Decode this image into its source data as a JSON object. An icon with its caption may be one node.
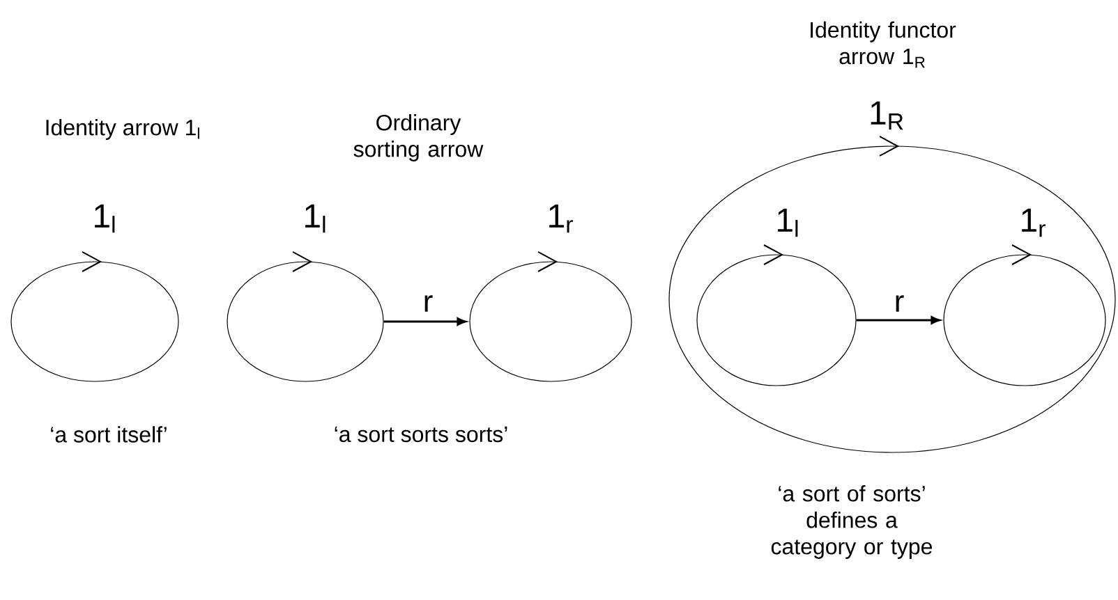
{
  "diagram": {
    "nodes": [
      {
        "text": [],
        "shape": "circle",
        "beside": [
          "1$_{l}$"
        ]
      },
      {
        "text": [],
        "shape": "circle",
        "beside": [
          "1$_{l}$"
        ]
      },
      {
        "text": [],
        "shape": "circle",
        "beside": [
          "1$_{r}$"
        ]
      },
      {
        "text": [],
        "shape": "circle",
        "beside": [
          "1$_{R}$"
        ]
      },
      {
        "text": [],
        "shape": "circle",
        "in": 3,
        "beside": [
          "1$_{l}$"
        ]
      },
      {
        "text": [],
        "shape": "circle",
        "in": 3,
        "beside": [
          "1$_{r}$"
        ]
      }
    ],
    "edges": [
      {
        "from": 1,
        "to": 2,
        "arrow": "to",
        "label": "r"
      },
      {
        "from": 4,
        "to": 5,
        "arrow": "to",
        "label": "r"
      }
    ],
    "labels": [
      "Identity arrow 1$_{l}$",
      "Ordinary sorting arrow",
      "Identity functor arrow 1$_{R}$",
      "‘a sort itself’",
      "‘a sort sorts sorts’",
      "‘a sort of sorts’ defines a category or type"
    ]
  }
}
